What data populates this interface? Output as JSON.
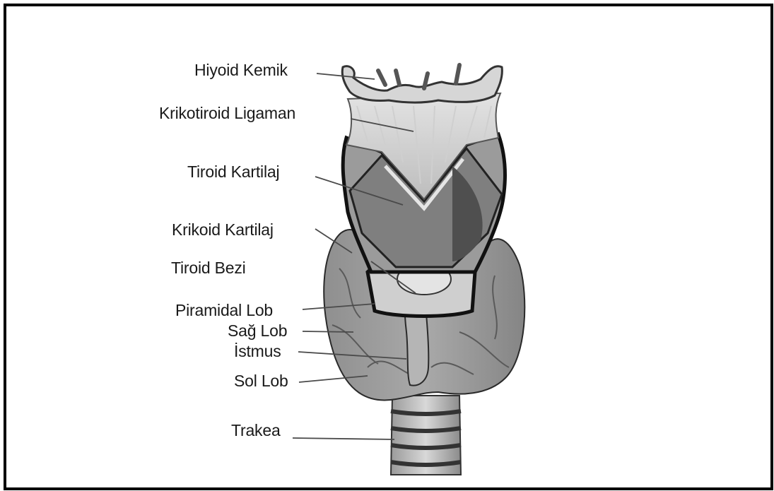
{
  "diagram": {
    "labels": {
      "hiyoid_kemik": "Hiyoid Kemik",
      "krikotiroid_ligaman": "Krikotiroid Ligaman",
      "tiroid_kartilaj": "Tiroid Kartilaj",
      "krikoid_kartilaj": "Krikoid Kartilaj",
      "tiroid_bezi": "Tiroid Bezi",
      "piramidal_lob": "Piramidal Lob",
      "sag_lob": "Sağ Lob",
      "istmus": "İstmus",
      "sol_lob": "Sol Lob",
      "trakea": "Trakea"
    }
  }
}
